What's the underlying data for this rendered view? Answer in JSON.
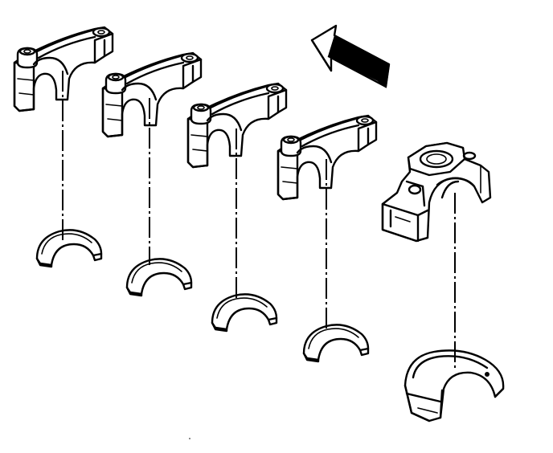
{
  "diagram": {
    "kind": "exploded-view",
    "parts": [
      "main-bearing-cap",
      "main-bearing-cap",
      "main-bearing-cap",
      "main-bearing-cap",
      "rear-main-bearing-cap",
      "bearing-shell",
      "bearing-shell",
      "bearing-shell",
      "bearing-shell",
      "thrust-bearing-shell"
    ],
    "arrow_icon": "front-direction-arrow",
    "colors": {
      "ink": "#000000",
      "paper": "#ffffff"
    }
  }
}
